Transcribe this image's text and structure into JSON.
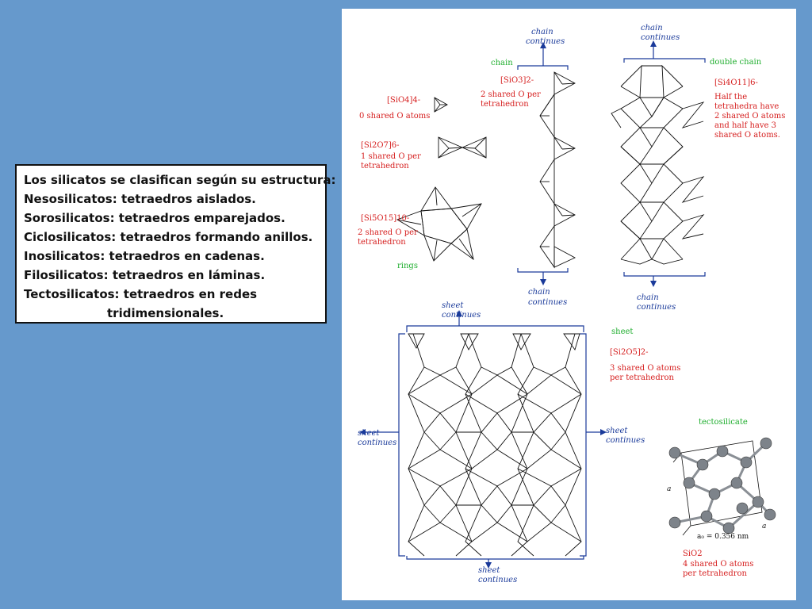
{
  "text_box": {
    "lines": [
      "Los silicatos se clasifican según su estructura:",
      "Nesosilicatos: tetraedros aislados.",
      "Sorosilicatos: tetraedros emparejados.",
      "Ciclosilicatos: tetraedros formando anillos.",
      "Inosilicatos: tetraedros en cadenas.",
      "Filosilicatos: tetraedros en láminas.",
      "Tectosilicatos: tetraedros en redes",
      "tridimensionales."
    ]
  },
  "diagram": {
    "isolated": {
      "formula": "[SiO4]4-",
      "desc": "0 shared O atoms"
    },
    "paired": {
      "formula": "[Si2O7]6-",
      "desc1": "1 shared O per",
      "desc2": "tetrahedron"
    },
    "ring": {
      "formula": "[Si5O15]10-",
      "desc1": "2 shared O per",
      "desc2": "tetrahedron",
      "tag": "rings"
    },
    "chain": {
      "tag": "chain",
      "formula": "[SiO3]2-",
      "desc1": "2 shared O per",
      "desc2": "tetrahedron",
      "cont1": "chain",
      "cont2": "continues"
    },
    "double_chain": {
      "tag": "double chain",
      "formula": "[Si4O11]6-",
      "desc": [
        "Half the",
        "tetrahedra have",
        "2 shared O atoms",
        "and half have 3",
        "shared O atoms."
      ],
      "cont1": "chain",
      "cont2": "continues"
    },
    "sheet": {
      "tag": "sheet",
      "formula": "[Si2O5]2-",
      "desc1": "3 shared O atoms",
      "desc2": "per tetrahedron",
      "cont1": "sheet",
      "cont2": "continues"
    },
    "tecto": {
      "tag": "tectosilicate",
      "formula": "SiO2",
      "desc1": "4 shared O atoms",
      "desc2": "per tetrahedron",
      "a0": "a",
      "a0_value": "a₀ = 0.356 nm"
    }
  },
  "colors": {
    "background": "#6699cc",
    "label_red": "#d62020",
    "label_green": "#1fae2e",
    "arrow_blue": "#1a3a9a"
  }
}
